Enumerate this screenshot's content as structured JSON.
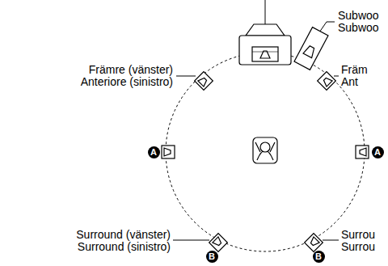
{
  "diagram": {
    "labels": [
      "Subwoo",
      "Subwoo",
      "Främre (vänster)",
      "Anteriore (sinistro)",
      "Främ",
      "Ant",
      "A",
      "A",
      "Surround (vänster)",
      "Surround (sinistro)",
      "B",
      "B",
      "Surrou",
      "Surrou"
    ]
  }
}
